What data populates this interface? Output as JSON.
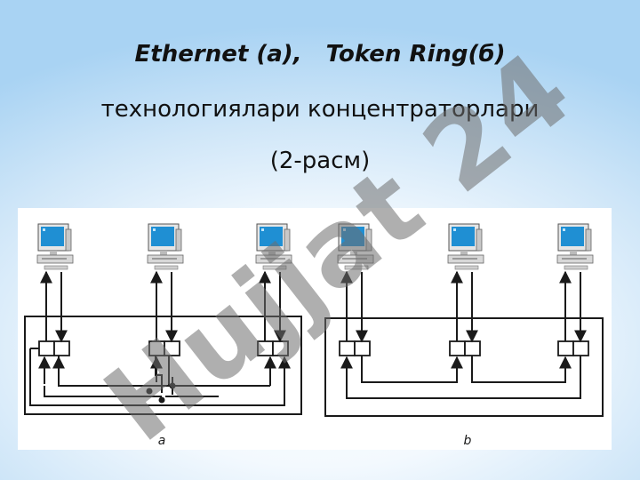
{
  "title": {
    "line1": "Ethernet (a),   Token Ring(б)",
    "line2": "технологиялари концентраторлари",
    "line3": "(2-расм)"
  },
  "diagram": {
    "label_a": "a",
    "label_b": "b",
    "workstations_per_hub": 3,
    "monitor_icon": "computer-monitor-icon"
  },
  "watermark": {
    "text": "Hujjat 24",
    "color": "#6e6e6e",
    "accent_color": "#8a2b8a"
  },
  "colors": {
    "line": "#1a1a1a",
    "screen": "#1f8fd3",
    "case": "#d9d9d9"
  }
}
